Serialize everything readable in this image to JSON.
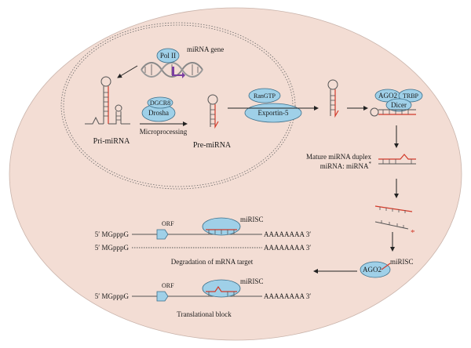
{
  "labels": {
    "mirna_gene": "miRNA gene",
    "pol2": "Pol II",
    "pri_mirna": "Pri-miRNA",
    "dgcr8": "DGCR8",
    "drosha": "Drosha",
    "microprocessing": "Microprocessing",
    "pre_mirna": "Pre-miRNA",
    "rangtp": "RanGTP",
    "exportin5": "Exportin-5",
    "ago2_top": "AGO2",
    "trbp": "TRBP",
    "dicer": "Dicer",
    "mature_duplex_1": "Mature miRNA duplex",
    "mature_duplex_2": "miRNA: miRNA",
    "mature_duplex_star": "*",
    "mirisc_right": "miRISC",
    "ago2_bottom": "AGO2",
    "mirisc_top": "miRISC",
    "orf_top": "ORF",
    "prime5_top": "5′ MGpppG",
    "polya_top": "AAAAAAAA 3′",
    "prime5_mid": "5′ MGpppG",
    "polya_mid": "AAAAAAAA 3′",
    "degradation": "Degradation of mRNA target",
    "mirisc_bottom": "miRISC",
    "orf_bottom": "ORF",
    "prime5_bottom": "5′ MGpppG",
    "polya_bottom": "AAAAAAAA 3′",
    "translational_block": "Translational block",
    "star_marker": "*"
  },
  "colors": {
    "cell_fill": "#f3ddd4",
    "protein_fill": "#9fd0e8",
    "mirna_red": "#d23a2a",
    "polII_marker": "#7b3fa0"
  }
}
